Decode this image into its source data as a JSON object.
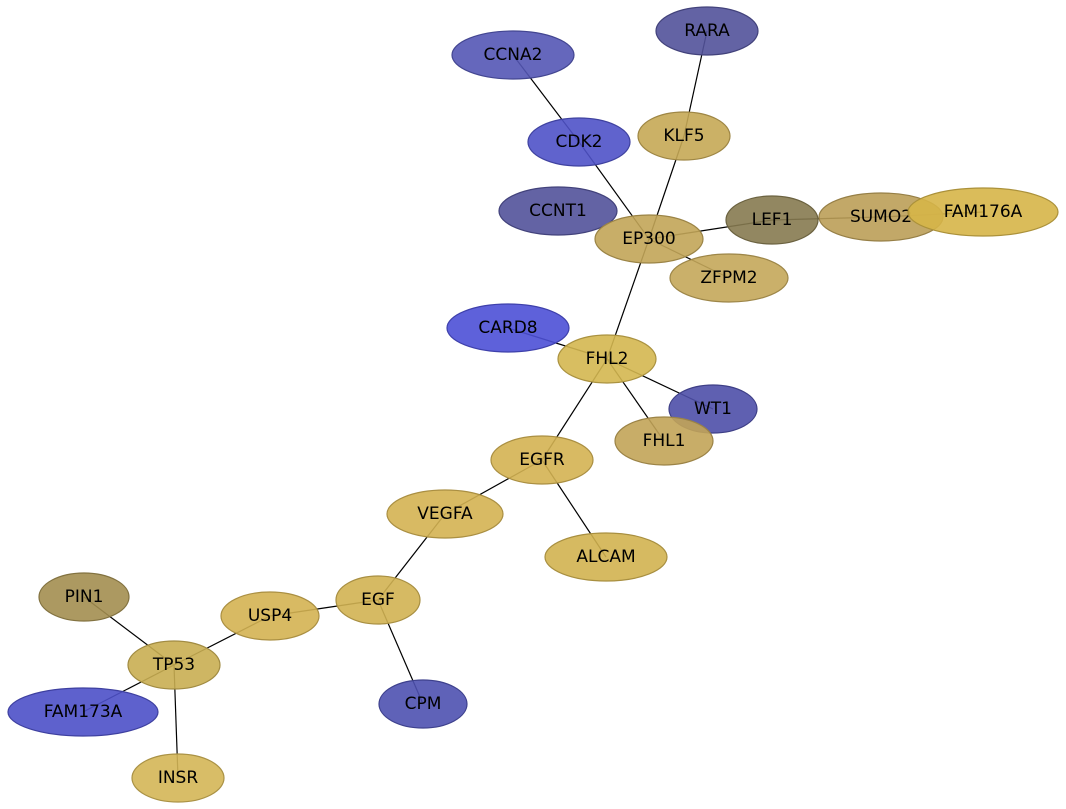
{
  "graph": {
    "nodes": [
      {
        "id": "CCNA2",
        "label": "CCNA2",
        "color": "#5457b5"
      },
      {
        "id": "RARA",
        "label": "RARA",
        "color": "#52529a"
      },
      {
        "id": "CDK2",
        "label": "CDK2",
        "color": "#4f52c8"
      },
      {
        "id": "KLF5",
        "label": "KLF5",
        "color": "#c5a855"
      },
      {
        "id": "CCNT1",
        "label": "CCNT1",
        "color": "#52529a"
      },
      {
        "id": "EP300",
        "label": "EP300",
        "color": "#c2a558"
      },
      {
        "id": "LEF1",
        "label": "LEF1",
        "color": "#867a50"
      },
      {
        "id": "SUMO2",
        "label": "SUMO2",
        "color": "#bb9f58"
      },
      {
        "id": "FAM176A",
        "label": "FAM176A",
        "color": "#d6b548"
      },
      {
        "id": "ZFPM2",
        "label": "ZFPM2",
        "color": "#c4a75a"
      },
      {
        "id": "CARD8",
        "label": "CARD8",
        "color": "#4d50d6"
      },
      {
        "id": "FHL2",
        "label": "FHL2",
        "color": "#d4b750"
      },
      {
        "id": "WT1",
        "label": "WT1",
        "color": "#4e4fa8"
      },
      {
        "id": "FHL1",
        "label": "FHL1",
        "color": "#c2a458"
      },
      {
        "id": "EGFR",
        "label": "EGFR",
        "color": "#d4b352"
      },
      {
        "id": "VEGFA",
        "label": "VEGFA",
        "color": "#d4b352"
      },
      {
        "id": "ALCAM",
        "label": "ALCAM",
        "color": "#d2b350"
      },
      {
        "id": "PIN1",
        "label": "PIN1",
        "color": "#a38e50"
      },
      {
        "id": "USP4",
        "label": "USP4",
        "color": "#d4b352"
      },
      {
        "id": "EGF",
        "label": "EGF",
        "color": "#d2b352"
      },
      {
        "id": "TP53",
        "label": "TP53",
        "color": "#c9ae52"
      },
      {
        "id": "FAM173A",
        "label": "FAM173A",
        "color": "#4d50c8"
      },
      {
        "id": "CPM",
        "label": "CPM",
        "color": "#4e51b0"
      },
      {
        "id": "INSR",
        "label": "INSR",
        "color": "#d4b656"
      }
    ],
    "edges": [
      [
        "CCNA2",
        "CDK2"
      ],
      [
        "CDK2",
        "EP300"
      ],
      [
        "RARA",
        "KLF5"
      ],
      [
        "KLF5",
        "EP300"
      ],
      [
        "EP300",
        "LEF1"
      ],
      [
        "EP300",
        "ZFPM2"
      ],
      [
        "EP300",
        "FHL2"
      ],
      [
        "LEF1",
        "SUMO2"
      ],
      [
        "SUMO2",
        "FAM176A"
      ],
      [
        "CARD8",
        "FHL2"
      ],
      [
        "FHL2",
        "WT1"
      ],
      [
        "FHL2",
        "FHL1"
      ],
      [
        "FHL2",
        "EGFR"
      ],
      [
        "EGFR",
        "VEGFA"
      ],
      [
        "EGFR",
        "ALCAM"
      ],
      [
        "VEGFA",
        "EGF"
      ],
      [
        "EGF",
        "USP4"
      ],
      [
        "EGF",
        "CPM"
      ],
      [
        "USP4",
        "TP53"
      ],
      [
        "PIN1",
        "TP53"
      ],
      [
        "TP53",
        "FAM173A"
      ],
      [
        "TP53",
        "INSR"
      ]
    ]
  }
}
